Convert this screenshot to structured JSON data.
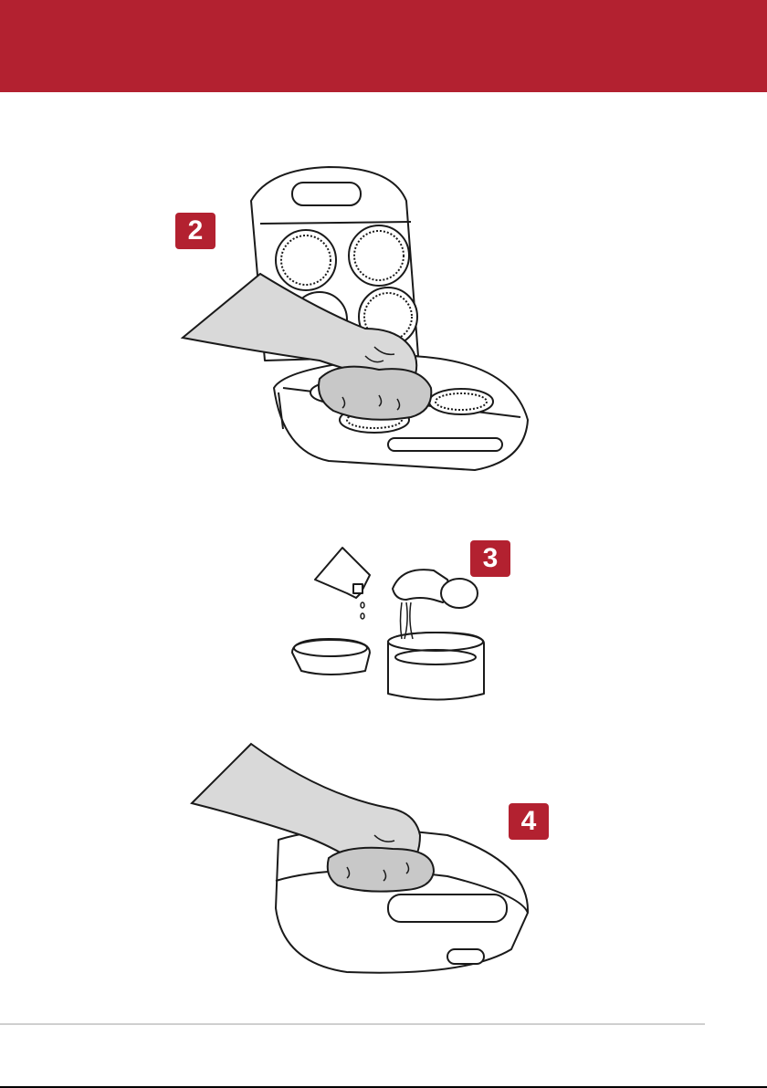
{
  "colors": {
    "brand_red": "#b32130",
    "line": "#1a1a1a",
    "hand_fill": "#d9d9d9",
    "cloth_fill": "#c8c8c8"
  },
  "steps": [
    {
      "number": "2"
    },
    {
      "number": "3"
    },
    {
      "number": "4"
    }
  ]
}
